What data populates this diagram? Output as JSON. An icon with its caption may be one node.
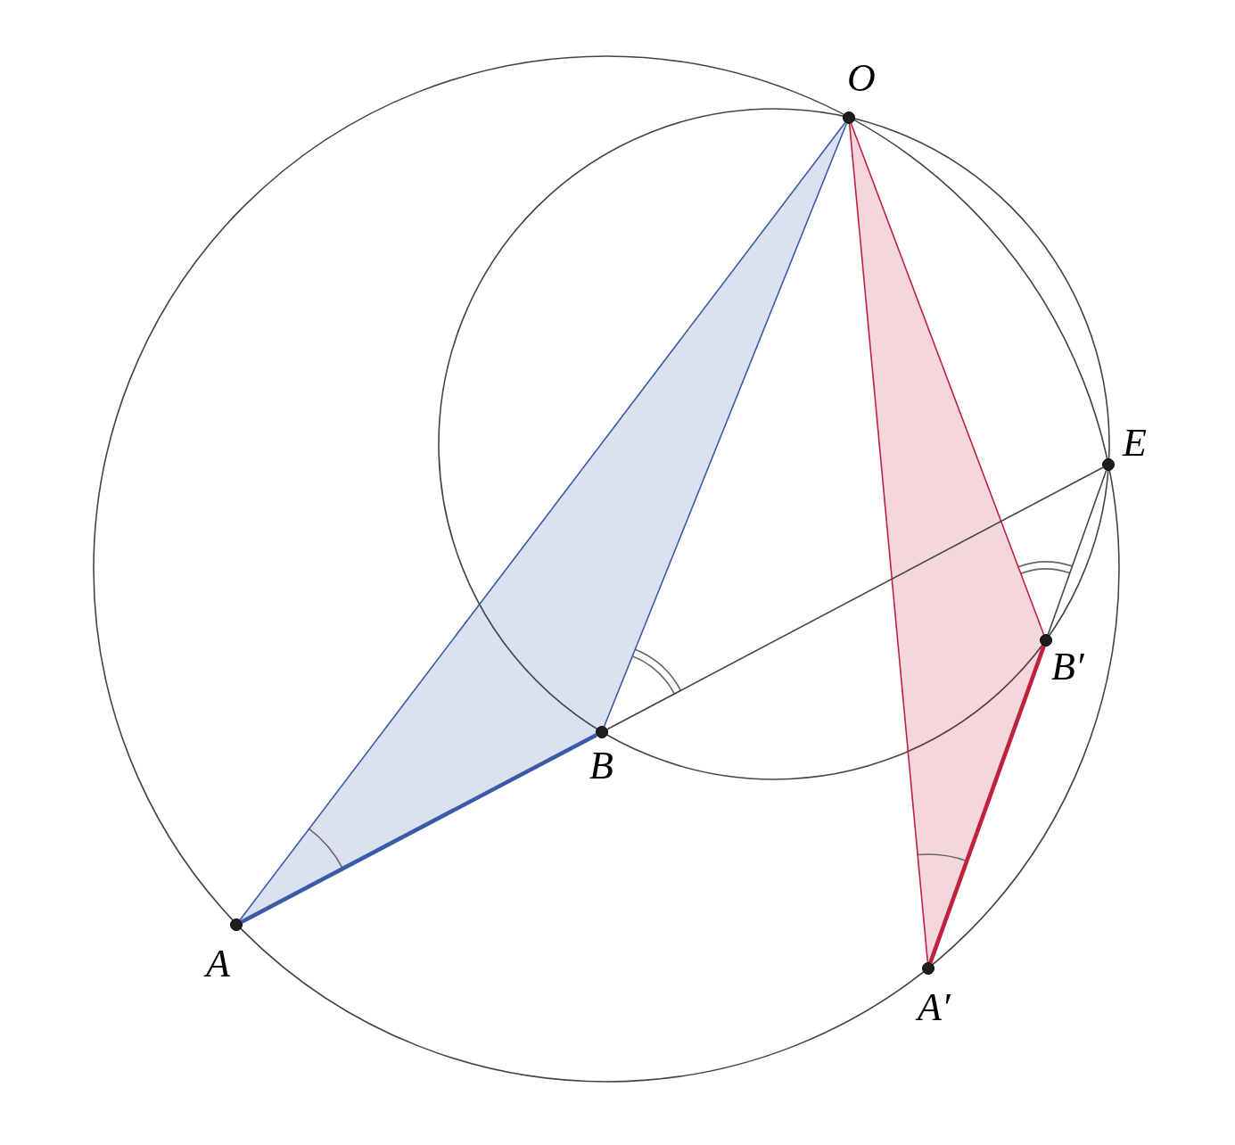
{
  "diagram": {
    "nodes": [
      {
        "text": [
          "O"
        ]
      },
      {
        "text": [
          "E"
        ]
      },
      {
        "text": [
          "B′"
        ]
      },
      {
        "text": [
          "B"
        ]
      },
      {
        "text": [
          "A"
        ]
      },
      {
        "text": [
          "A′"
        ]
      }
    ],
    "edges": [
      {
        "from": 0,
        "to": 3,
        "arrow": "none",
        "color": "#3a5ba8"
      },
      {
        "from": 0,
        "to": 4,
        "arrow": "none",
        "color": "#3a5ba8"
      },
      {
        "from": 4,
        "to": 3,
        "arrow": "none",
        "style": "thick",
        "color": "#3a5ba8"
      },
      {
        "from": 0,
        "to": 5,
        "arrow": "none",
        "color": "#c0213f"
      },
      {
        "from": 0,
        "to": 2,
        "arrow": "none",
        "color": "#c0213f"
      },
      {
        "from": 5,
        "to": 2,
        "arrow": "none",
        "style": "thick",
        "color": "#c0213f"
      },
      {
        "from": 3,
        "to": 1,
        "arrow": "none",
        "color": "#444444"
      },
      {
        "from": 2,
        "to": 1,
        "arrow": "none",
        "color": "#444444"
      }
    ]
  }
}
